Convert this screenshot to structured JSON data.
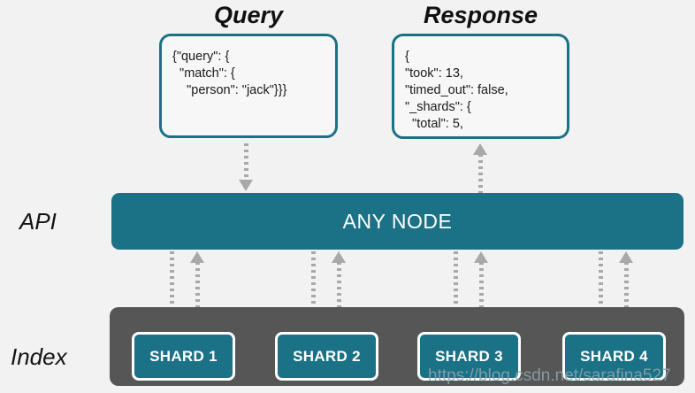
{
  "diagram": {
    "background_color": "#f2f2f2",
    "accent_teal": "#1b7185",
    "dark_gray": "#565656",
    "arrow_gray": "#a8a8a8"
  },
  "query": {
    "title": "Query",
    "code": "{\"query\": {\n  \"match\": {\n    \"person\": \"jack\"}}}"
  },
  "response": {
    "title": "Response",
    "code": "{\n\"took\": 13,\n\"timed_out\": false,\n\"_shards\": {\n  \"total\": 5,"
  },
  "api": {
    "row_label": "API",
    "node_label": "ANY NODE"
  },
  "index": {
    "row_label": "Index",
    "shards": [
      {
        "label": "SHARD 1"
      },
      {
        "label": "SHARD 2"
      },
      {
        "label": "SHARD 3"
      },
      {
        "label": "SHARD 4"
      }
    ]
  },
  "watermark": {
    "text": "https://blog.csdn.net/sarafina527"
  }
}
